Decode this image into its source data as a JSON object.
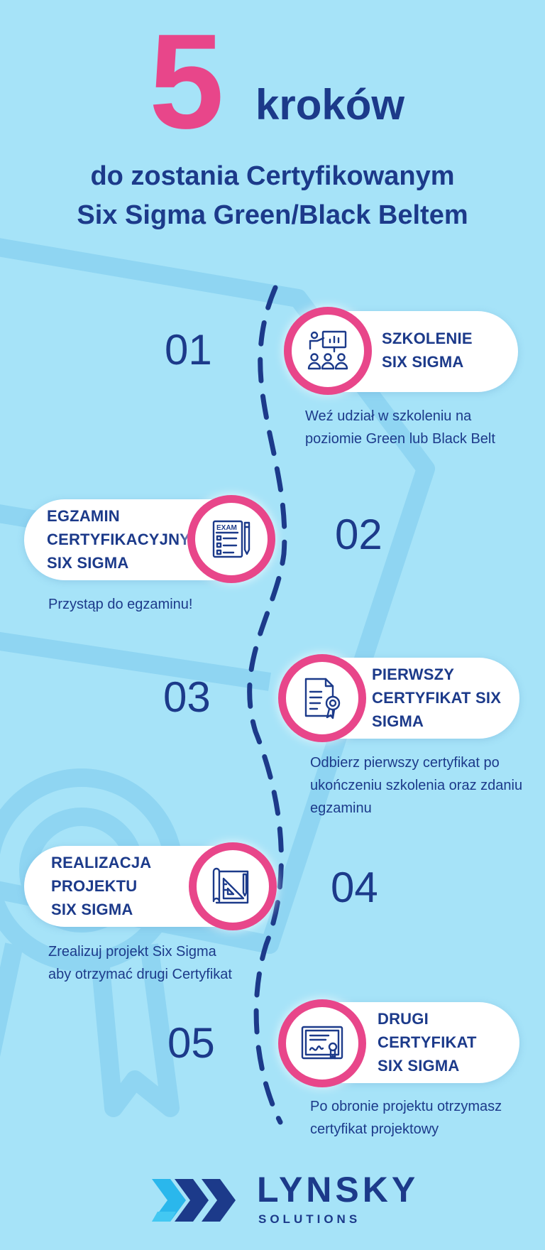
{
  "colors": {
    "background": "#a6e3f8",
    "accent": "#e8468a",
    "primary": "#1c3a8a",
    "card": "#ffffff"
  },
  "header": {
    "number": "5",
    "word": "kroków",
    "subtitle_line1": "do zostania Certyfikowanym",
    "subtitle_line2": "Six Sigma Green/Black Beltem"
  },
  "steps": [
    {
      "number": "01",
      "title_lines": [
        "SZKOLENIE",
        "SIX SIGMA"
      ],
      "icon": "training-icon",
      "desc_lines": [
        "Weź udział w szkoleniu na",
        "poziomie Green lub Black Belt"
      ]
    },
    {
      "number": "02",
      "title_lines": [
        "EGZAMIN",
        "CERTYFIKACYJNY",
        "SIX SIGMA"
      ],
      "icon": "exam-icon",
      "exam_text": "EXAM",
      "desc_lines": [
        "Przystąp do egzaminu!"
      ]
    },
    {
      "number": "03",
      "title_lines": [
        "PIERWSZY",
        "CERTYFIKAT SIX",
        "SIGMA"
      ],
      "icon": "certificate-document-icon",
      "desc_lines": [
        "Odbierz pierwszy certyfikat po",
        "ukończeniu szkolenia oraz zdaniu",
        "egzaminu"
      ]
    },
    {
      "number": "04",
      "title_lines": [
        "REALIZACJA",
        "PROJEKTU",
        "SIX SIGMA"
      ],
      "icon": "blueprint-icon",
      "desc_lines": [
        "Zrealizuj projekt Six Sigma",
        "aby otrzymać drugi Certyfikat"
      ]
    },
    {
      "number": "05",
      "title_lines": [
        "DRUGI",
        "CERTYFIKAT",
        "SIX SIGMA"
      ],
      "icon": "diploma-icon",
      "desc_lines": [
        "Po obronie projektu otrzymasz",
        "certyfikat projektowy"
      ]
    }
  ],
  "logo": {
    "name": "LYNSKY",
    "sub": "SOLUTIONS",
    "icon": "lynsky-chevrons-icon"
  }
}
